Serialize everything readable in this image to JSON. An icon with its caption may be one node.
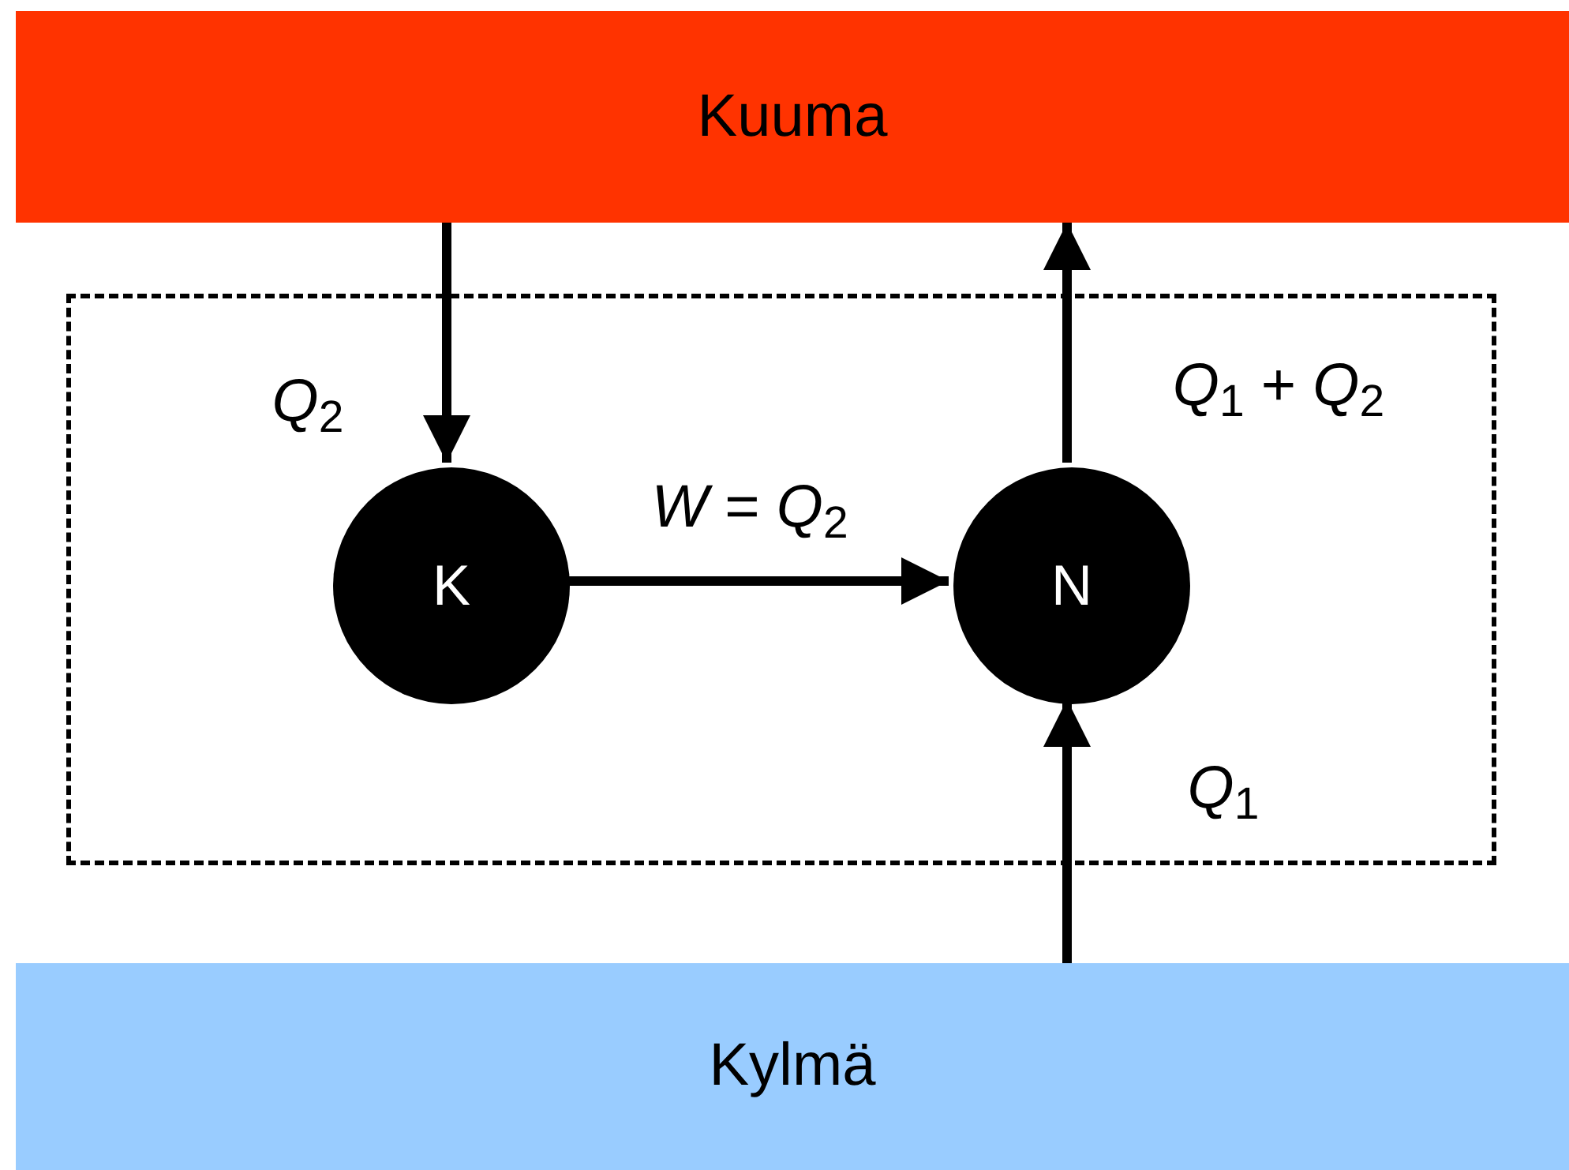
{
  "diagram": {
    "nodes": [
      {
        "text": [
          "Kuuma"
        ]
      },
      {
        "text": [],
        "shape": "box"
      },
      {
        "text": [
          "K"
        ],
        "in": 1
      },
      {
        "text": [
          "N"
        ],
        "in": 1
      },
      {
        "text": [
          "Kylmä"
        ]
      }
    ],
    "edges": [
      {
        "from": 0,
        "to": 2,
        "arrow": "to",
        "label": "*Q*$_{2}$"
      },
      {
        "from": 2,
        "to": 3,
        "arrow": "to",
        "label": "*W* = *Q*$_{2}$"
      },
      {
        "from": 3,
        "to": 0,
        "arrow": "to",
        "label": "*Q*$_{1}$ + *Q*$_{2}$"
      },
      {
        "from": 4,
        "to": 3,
        "arrow": "to",
        "label": "*Q*$_{1}$"
      }
    ]
  }
}
